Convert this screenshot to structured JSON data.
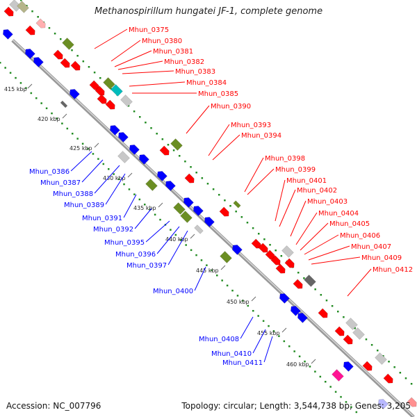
{
  "title": "Methanospirillum hungatei JF-1, complete genome",
  "accession_text": "Accession: NC_007796",
  "topology_text": "Topology: circular; Length: 3,544,738 bp; Genes: 3,205",
  "colors": {
    "forward": "#ff0000",
    "reverse": "#0000ff",
    "olive": "#6b8e23",
    "gray": "#c8c8c8",
    "darkgray": "#666666",
    "teal": "#00bcbc",
    "magenta": "#ff1493",
    "dots": "#228b22",
    "backbone": "#999999"
  },
  "ticks": [
    {
      "label": "415 kbp"
    },
    {
      "label": "420 kbp"
    },
    {
      "label": "425 kbp"
    },
    {
      "label": "430 kbp"
    },
    {
      "label": "435 kbp"
    },
    {
      "label": "440 kbp"
    },
    {
      "label": "445 kbp"
    },
    {
      "label": "450 kbp"
    },
    {
      "label": "455 kbp"
    },
    {
      "label": "460 kbp"
    }
  ],
  "forward_labels": [
    "Mhun_0375",
    "Mhun_0380",
    "Mhun_0381",
    "Mhun_0382",
    "Mhun_0383",
    "Mhun_0384",
    "Mhun_0385",
    "Mhun_0390",
    "Mhun_0393",
    "Mhun_0394",
    "Mhun_0398",
    "Mhun_0399",
    "Mhun_0401",
    "Mhun_0402",
    "Mhun_0403",
    "Mhun_0404",
    "Mhun_0405",
    "Mhun_0406",
    "Mhun_0407",
    "Mhun_0409",
    "Mhun_0412"
  ],
  "reverse_labels": [
    "Mhun_0386",
    "Mhun_0387",
    "Mhun_0388",
    "Mhun_0389",
    "Mhun_0391",
    "Mhun_0392",
    "Mhun_0395",
    "Mhun_0396",
    "Mhun_0397",
    "Mhun_0400",
    "Mhun_0408",
    "Mhun_0410",
    "Mhun_0411"
  ]
}
